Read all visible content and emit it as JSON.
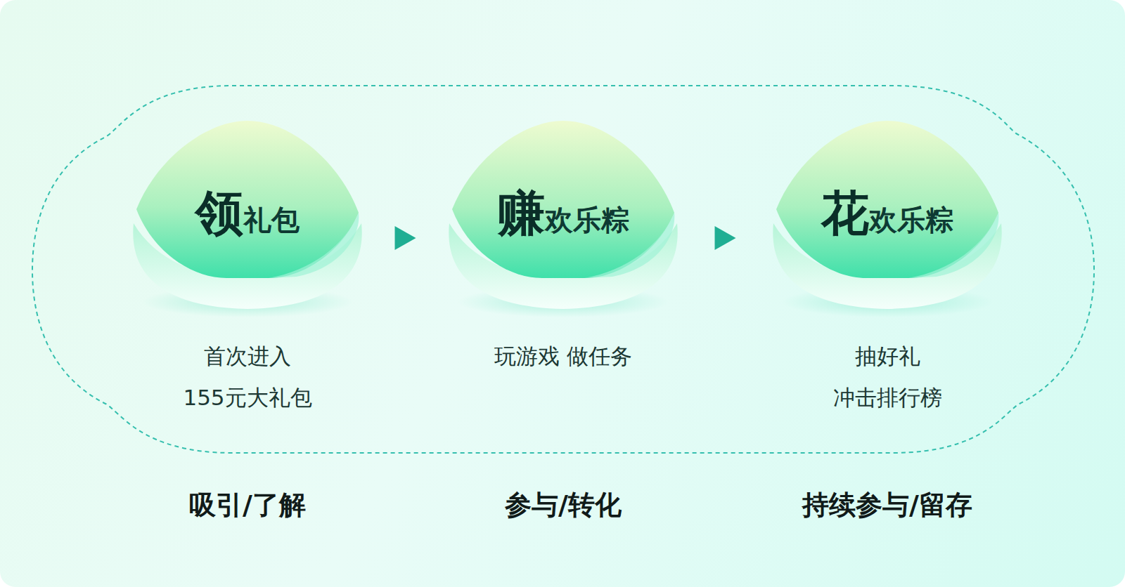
{
  "diagram": {
    "nodes": [
      {
        "text": [
          "领礼包",
          "首次进入 155元大礼包"
        ]
      },
      {
        "text": [
          "赚欢乐粽",
          "玩游戏 做任务"
        ]
      },
      {
        "text": [
          "花欢乐粽",
          "抽好礼 冲击排行榜"
        ]
      }
    ],
    "edges": [
      {
        "from": 0,
        "to": 1,
        "arrow": "to"
      },
      {
        "from": 1,
        "to": 2,
        "arrow": "to"
      }
    ],
    "labels": [
      "吸引/了解",
      "参与/转化",
      "持续参与/留存"
    ]
  }
}
